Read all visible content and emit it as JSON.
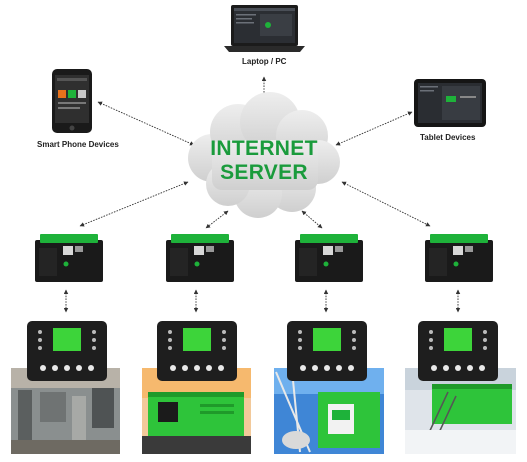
{
  "cloud": {
    "line1": "INTERNET",
    "line2": "SERVER"
  },
  "devices": {
    "laptop": "Laptop / PC",
    "phone": "Smart Phone Devices",
    "tablet": "Tablet Devices"
  },
  "modules": [
    "module-1",
    "module-2",
    "module-3",
    "module-4"
  ],
  "colors": {
    "accent": "#1a9b3c",
    "module_green": "#1eb23a",
    "genset_green": "#2ec43a",
    "screen_green": "#3dd43a",
    "cloud": "#d9d9d9"
  }
}
